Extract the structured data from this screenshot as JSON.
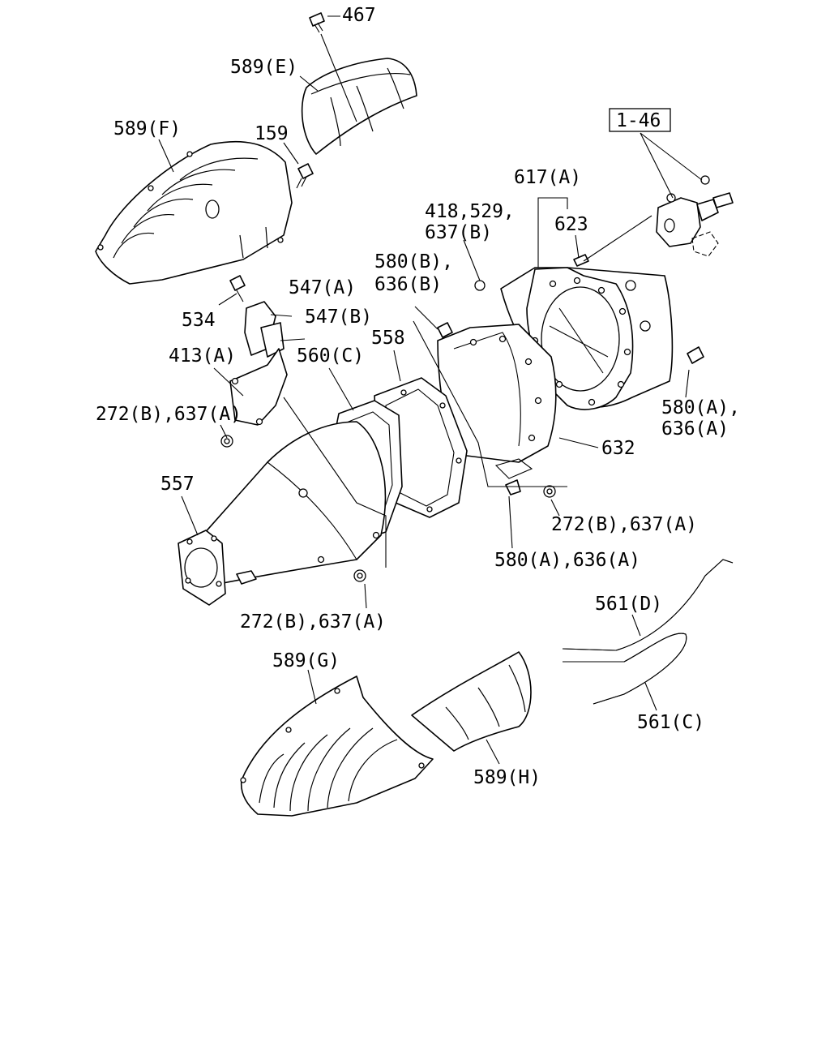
{
  "callouts": {
    "c467": "467",
    "c589e": "589(E)",
    "c589f": "589(F)",
    "c159": "159",
    "ref146": "1-46",
    "c617a": "617(A)",
    "c418": "418,529,",
    "c637b": "637(B)",
    "c623": "623",
    "c580b": "580(B),",
    "c636b": "636(B)",
    "c547a": "547(A)",
    "c547b": "547(B)",
    "c534": "534",
    "c413a": "413(A)",
    "c560c": "560(C)",
    "c558": "558",
    "c272a": "272(B),637(A)",
    "c580a_r1": "580(A),",
    "c580a_r2": "636(A)",
    "c632": "632",
    "c557": "557",
    "c272b": "272(B),637(A)",
    "c580a_b": "580(A),636(A)",
    "c272c": "272(B),637(A)",
    "c561d": "561(D)",
    "c589g": "589(G)",
    "c561c": "561(C)",
    "c589h": "589(H)"
  }
}
